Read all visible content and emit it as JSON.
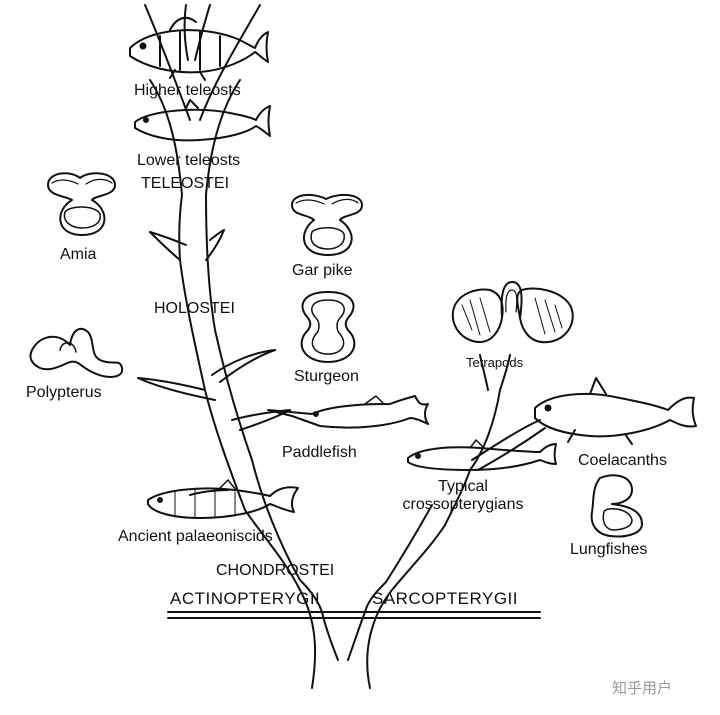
{
  "labels": {
    "higher_teleosts": "Higher teleosts",
    "lower_teleosts": "Lower teleosts",
    "teleostei": "TELEOSTEI",
    "amia": "Amia",
    "holostei": "HOLOSTEI",
    "polypterus": "Polypterus",
    "gar_pike": "Gar pike",
    "sturgeon": "Sturgeon",
    "tetrapods": "Tetrapods",
    "paddlefish": "Paddlefish",
    "coelacanths": "Coelacanths",
    "typical_line1": "Typical",
    "typical_line2": "crossopterygians",
    "lungfishes": "Lungfishes",
    "ancient_palaeoniscids": "Ancient palaeoniscids",
    "chondrostei": "CHONDROSTEI",
    "actinopterygii": "ACTINOPTERYGII",
    "sarcopterygii": "SARCOPTERYGII"
  },
  "watermark": "知乎用户"
}
